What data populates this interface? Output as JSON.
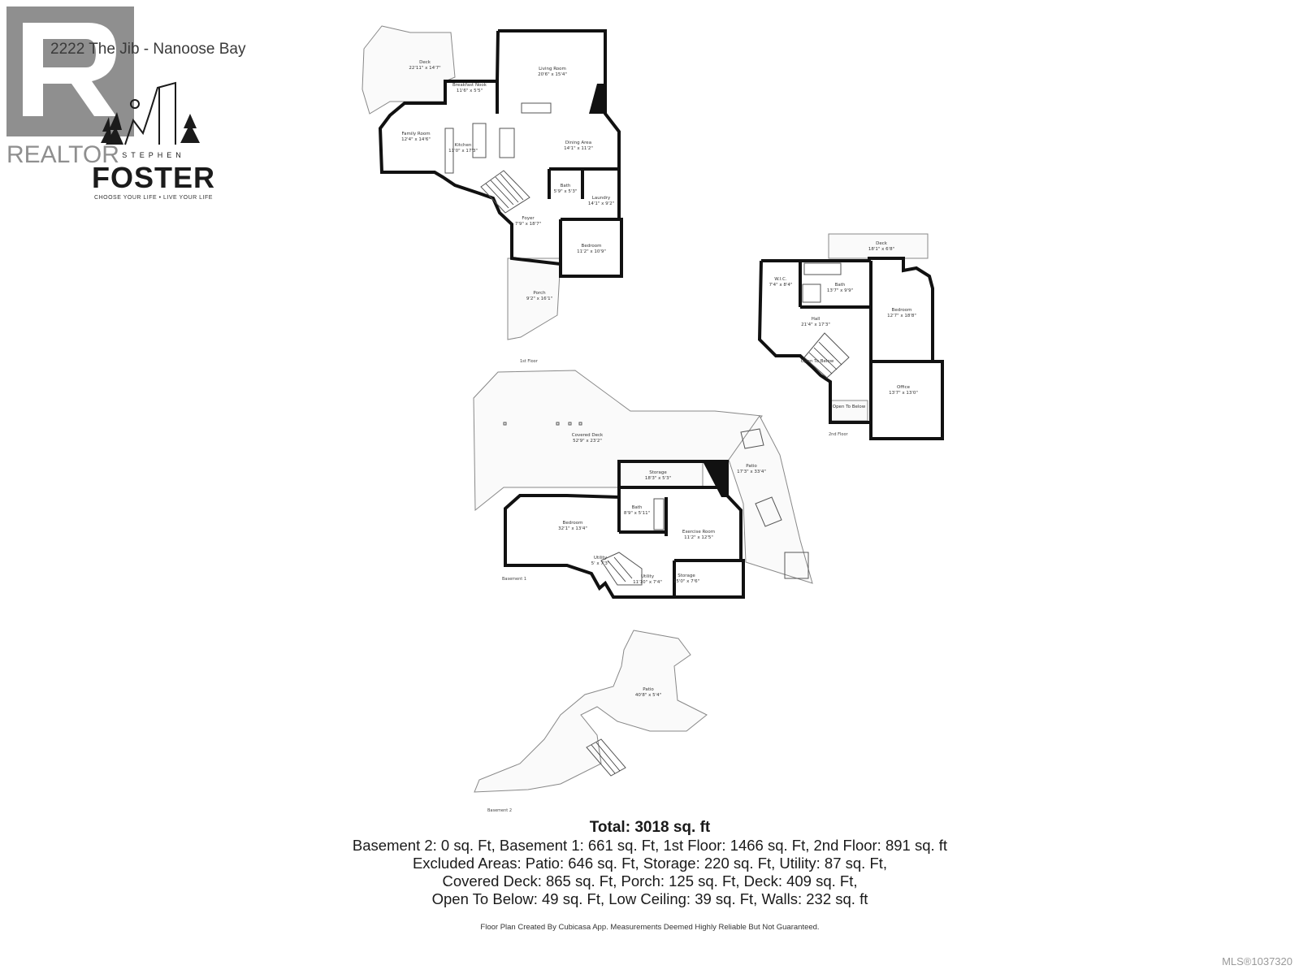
{
  "title": "2222 The Jib - Nanoose Bay",
  "watermark": {
    "logo_text": "REALTOR"
  },
  "brand": {
    "superscript": "STEPHEN",
    "name": "FOSTER",
    "tagline": "CHOOSE YOUR LIFE • LIVE YOUR LIFE"
  },
  "floors": {
    "first": {
      "label": "1st Floor",
      "rooms": [
        {
          "name": "Deck",
          "dims": "22'11\" x 14'7\""
        },
        {
          "name": "Breakfast Nook",
          "dims": "11'6\" x 5'5\""
        },
        {
          "name": "Living Room",
          "dims": "20'6\" x 15'4\""
        },
        {
          "name": "Family Room",
          "dims": "12'4\" x 14'6\""
        },
        {
          "name": "Kitchen",
          "dims": "11'0\" x 17'3\""
        },
        {
          "name": "Dining Area",
          "dims": "14'1\" x 11'2\""
        },
        {
          "name": "Bath",
          "dims": "5'9\" x 5'3\""
        },
        {
          "name": "Laundry",
          "dims": "14'1\" x 9'2\""
        },
        {
          "name": "Foyer",
          "dims": "7'9\" x 18'7\""
        },
        {
          "name": "Bedroom",
          "dims": "11'2\" x 10'9\""
        },
        {
          "name": "Porch",
          "dims": "9'2\" x 16'1\""
        }
      ]
    },
    "second": {
      "label": "2nd Floor",
      "rooms": [
        {
          "name": "Deck",
          "dims": "18'1\" x 6'8\""
        },
        {
          "name": "W.I.C.",
          "dims": "7'4\" x 8'4\""
        },
        {
          "name": "Bath",
          "dims": "13'7\" x 9'9\""
        },
        {
          "name": "Hall",
          "dims": "21'4\" x 17'3\""
        },
        {
          "name": "Bedroom",
          "dims": "12'7\" x 18'8\""
        },
        {
          "name": "Open To Below",
          "dims": ""
        },
        {
          "name": "Open To Below",
          "dims": ""
        },
        {
          "name": "Office",
          "dims": "13'7\" x 13'0\""
        }
      ]
    },
    "basement1": {
      "label": "Basement 1",
      "rooms": [
        {
          "name": "Covered Deck",
          "dims": "52'9\" x 23'2\""
        },
        {
          "name": "Storage",
          "dims": "18'3\" x 5'3\""
        },
        {
          "name": "Patio",
          "dims": "17'3\" x 33'4\""
        },
        {
          "name": "Bedroom",
          "dims": "32'1\" x 13'4\""
        },
        {
          "name": "Bath",
          "dims": "8'9\" x 5'11\""
        },
        {
          "name": "Exercise Room",
          "dims": "11'2\" x 12'5\""
        },
        {
          "name": "Utility",
          "dims": "5' x 7'3\""
        },
        {
          "name": "Utility",
          "dims": "11'10\" x 7'4\""
        },
        {
          "name": "Storage",
          "dims": "15'0\" x 7'6\""
        }
      ]
    },
    "basement2": {
      "label": "Basement 2",
      "rooms": [
        {
          "name": "Patio",
          "dims": "40'8\" x 5'4\""
        }
      ]
    }
  },
  "summary": {
    "total": "Total: 3018 sq. ft",
    "line1": "Basement 2: 0 sq. Ft, Basement 1: 661 sq. Ft, 1st Floor: 1466 sq. Ft, 2nd Floor: 891 sq. ft",
    "line2": "Excluded Areas: Patio: 646 sq. Ft, Storage: 220 sq. Ft, Utility: 87 sq. Ft,",
    "line3": "Covered Deck: 865 sq. Ft, Porch: 125 sq. Ft, Deck: 409 sq. Ft,",
    "line4": "Open To Below: 49 sq. Ft, Low Ceiling: 39 sq. Ft, Walls: 232 sq. ft"
  },
  "disclaimer": "Floor Plan Created By Cubicasa App. Measurements Deemed Highly Reliable But Not Guaranteed.",
  "mls": "MLS®1037320"
}
